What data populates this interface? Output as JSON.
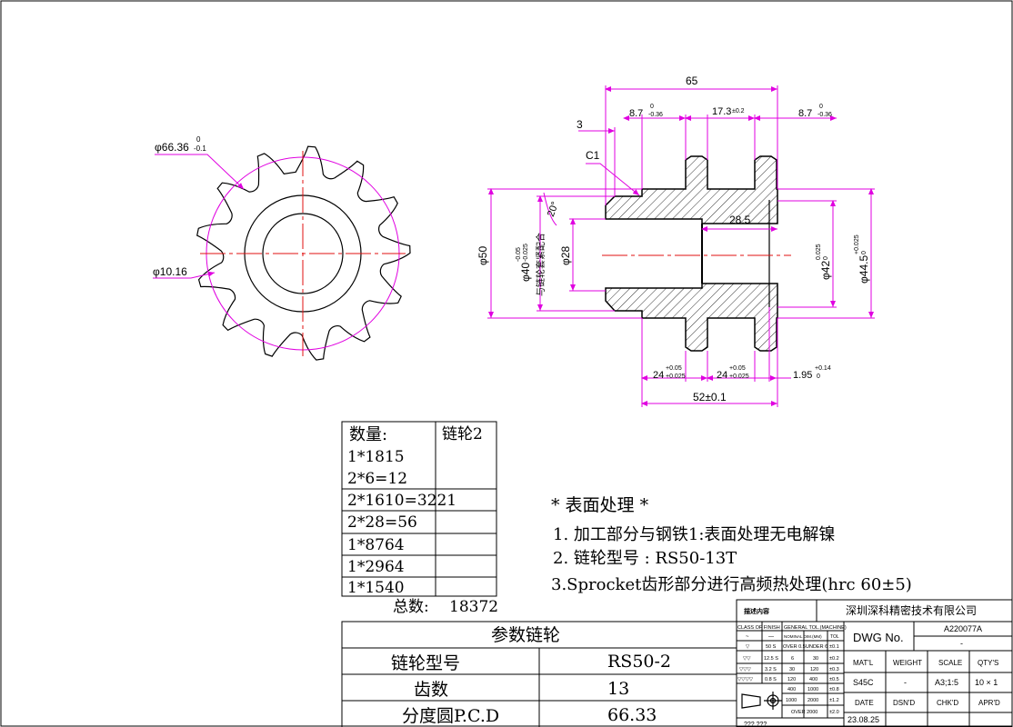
{
  "dimensions": {
    "outer_dia": "φ66.36",
    "outer_tol_upper": "0",
    "outer_tol_lower": "-0.1",
    "roller_dia": "φ10.16",
    "overall_length": "65",
    "chamfer_len": "3",
    "chamfer": "C1",
    "tooth_offset_left": "8.7",
    "tooth_offset_left_tol_upper": "0",
    "tooth_offset_left_tol_lower": "-0.36",
    "tooth_pitch": "17.3",
    "tooth_pitch_tol": "±0.2",
    "tooth_offset_right": "8.7",
    "tooth_offset_right_tol_upper": "0",
    "tooth_offset_right_tol_lower": "-0.36",
    "angle": "20°",
    "hub_dia": "φ50",
    "fit_dia": "φ40",
    "fit_dia_tol_upper": "-0.05",
    "fit_dia_tol_lower": "-0.025",
    "fit_note": "与链轮套紧配合",
    "bore_dia": "φ28",
    "bore_depth": "28.5",
    "inner_dia": "φ42",
    "inner_dia_tol_upper": "0.025",
    "inner_dia_tol_lower": "0",
    "outer_step_dia": "φ44.5",
    "outer_step_tol_upper": "+0.025",
    "outer_step_tol_lower": "0",
    "width1": "24",
    "width1_tol_upper": "+0.05",
    "width1_tol_lower": "+0.025",
    "width2": "24",
    "width2_tol_upper": "+0.05",
    "width2_tol_lower": "+0.025",
    "groove": "1.95",
    "groove_tol_upper": "+0.14",
    "groove_tol_lower": "0",
    "total_len": "52±0.1"
  },
  "quantity_table": {
    "header_left": "数量:",
    "header_right": "链轮2",
    "rows": [
      "1*1815",
      "2*6=12",
      "2*1610=3221",
      "2*28=56",
      "1*8764",
      "1*2964",
      "1*1540"
    ],
    "total_label": "总数:",
    "total_value": "18372"
  },
  "notes": {
    "title": "* 表面处理 *",
    "items": [
      "1. 加工部分与钢铁1:表面处理无电解镍",
      "2. 链轮型号 : RS50-13T",
      "3.Sprocket齿形部分进行高频热处理(hrc 60±5)"
    ]
  },
  "param_table": {
    "title": "参数链轮",
    "rows": [
      {
        "label": "链轮型号",
        "value": "RS50-2"
      },
      {
        "label": "齿数",
        "value": "13"
      },
      {
        "label": "分度圆P.C.D",
        "value": "66.33"
      }
    ]
  },
  "title_block": {
    "desc_label": "描述内容",
    "company": "深圳深科精密技术有限公司",
    "tol_header": [
      "CLASS OF FINISH",
      "GENERAL TOL.(MACHINE)"
    ],
    "tol_sub": [
      "~",
      "—",
      "NOMINAL DIM.(MM)",
      "TOL"
    ],
    "tol_rows": [
      [
        "▽",
        "50 S",
        "OVER 0.5",
        "UNDER 6",
        "±0.1"
      ],
      [
        "▽▽",
        "12.5 S",
        "6",
        "30",
        "±0.2"
      ],
      [
        "▽▽▽",
        "3.2 S",
        "30",
        "120",
        "±0.3"
      ],
      [
        "▽▽▽▽",
        "0.8 S",
        "120",
        "400",
        "±0.5"
      ],
      [
        "",
        "",
        "400",
        "1000",
        "±0.8"
      ],
      [
        "",
        "",
        "1000",
        "2000",
        "±1.2"
      ],
      [
        "",
        "",
        "OVER 2000",
        "",
        "±2.0"
      ]
    ],
    "dwg_no_label": "DWG No.",
    "dwg_no": "A220077A",
    "dwg_sub": "-",
    "headers": [
      "MAT'L",
      "WEIGHT",
      "SCALE",
      "QTY'S"
    ],
    "values": [
      "S45C",
      "-",
      "A3;1:5",
      "10 × 1"
    ],
    "headers2": [
      "DATE",
      "DSN'D",
      "CHK'D",
      "APR'D"
    ],
    "date": "23.08.25",
    "bottom_marks": "??? ???"
  }
}
